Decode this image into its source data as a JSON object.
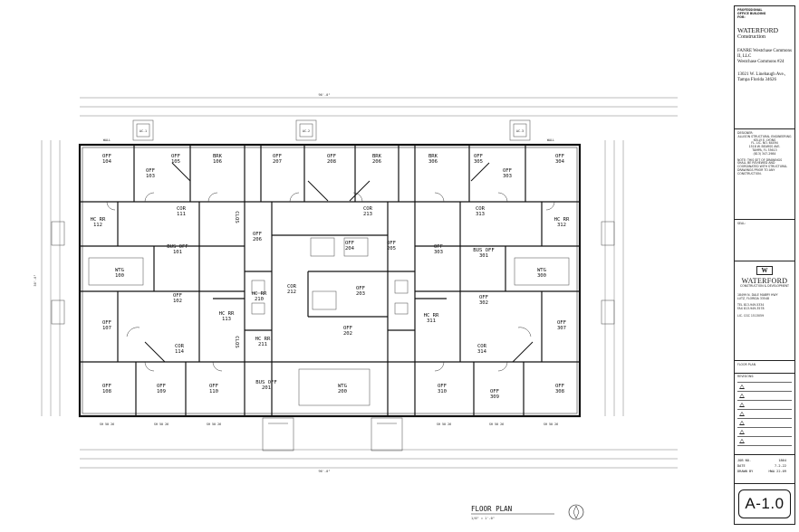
{
  "plan": {
    "title": "FLOOR PLAN",
    "scale": "1/8\" = 1'-0\"",
    "overall_dim": "96'-0\"",
    "side_dim": "50'-0\"",
    "rooms_upper": [
      {
        "label": "OFF",
        "num": "104"
      },
      {
        "label": "OFF",
        "num": "105"
      },
      {
        "label": "BRK",
        "num": "106"
      },
      {
        "label": "OFF",
        "num": "207"
      },
      {
        "label": "OFF",
        "num": "208"
      },
      {
        "label": "BRK",
        "num": "206"
      },
      {
        "label": "OFF",
        "num": "305"
      },
      {
        "label": "OFF",
        "num": "304"
      },
      {
        "label": "BRK",
        "num": "306"
      },
      {
        "label": "OFF",
        "num": "303"
      },
      {
        "label": "OFF",
        "num": "103"
      }
    ],
    "rooms_mid": [
      {
        "label": "HC RR",
        "num": "112"
      },
      {
        "label": "COR",
        "num": "111"
      },
      {
        "label": "CLOS",
        "num": ""
      },
      {
        "label": "BUS OFF",
        "num": "101"
      },
      {
        "label": "WTG",
        "num": "100"
      },
      {
        "label": "OFF",
        "num": "102"
      },
      {
        "label": "OFF",
        "num": "206"
      },
      {
        "label": "COR",
        "num": "213"
      },
      {
        "label": "OFF",
        "num": "205"
      },
      {
        "label": "OFF",
        "num": "204"
      },
      {
        "label": "HC RR",
        "num": "210"
      },
      {
        "label": "COR",
        "num": "212"
      },
      {
        "label": "OFF",
        "num": "203"
      },
      {
        "label": "HC RR",
        "num": "211"
      },
      {
        "label": "OFF",
        "num": "202"
      },
      {
        "label": "HC RR",
        "num": "312"
      },
      {
        "label": "COR",
        "num": "313"
      },
      {
        "label": "OFF",
        "num": "303"
      },
      {
        "label": "BUS OFF",
        "num": "301"
      },
      {
        "label": "WTG",
        "num": "300"
      },
      {
        "label": "OFF",
        "num": "302"
      },
      {
        "label": "HC RR",
        "num": "311"
      },
      {
        "label": "HC RR",
        "num": "113"
      }
    ],
    "rooms_lower": [
      {
        "label": "OFF",
        "num": "107"
      },
      {
        "label": "COR",
        "num": "114"
      },
      {
        "label": "OFF",
        "num": "108"
      },
      {
        "label": "OFF",
        "num": "109"
      },
      {
        "label": "OFF",
        "num": "110"
      },
      {
        "label": "BUS OFF",
        "num": "201"
      },
      {
        "label": "WTG",
        "num": "200"
      },
      {
        "label": "OFF",
        "num": "307"
      },
      {
        "label": "COR",
        "num": "314"
      },
      {
        "label": "OFF",
        "num": "310"
      },
      {
        "label": "OFF",
        "num": "309"
      },
      {
        "label": "OFF",
        "num": "308"
      },
      {
        "label": "CLOS",
        "num": ""
      }
    ],
    "ac_units": [
      "AC-1",
      "AC-2",
      "AC-3"
    ],
    "wall_tag": "WALL",
    "window_tag": "SH 50 26"
  },
  "titleblock": {
    "project_type": "PROFESSIONAL OFFICE BUILDING FOR:",
    "company": "WATERFORD",
    "company_sub": "Construction",
    "owner": "FANRE Westchase Commons II, LLC",
    "project_name": "Westchase Commons #24",
    "address": "13021 W. Linebaugh Ave., Tampa Florida 34626",
    "engineer_hdr": "DESIGNER:",
    "engineer_name": "ALLISON STRUCTURAL ENGINEERING",
    "engineer_person": "KELLY E. LYONS",
    "engineer_lines": [
      "FL. LIC. NO. 64494",
      "1518 W. BEARSS AVE.",
      "TAMPA, FL 33613",
      "(813) 347-2984"
    ],
    "notes": "NOTE: THIS SET OF DRAWINGS SHALL BE REVIEWED AND COORDINATED WITH STRUCTURAL DRAWINGS PRIOR TO ANY CONSTRUCTION.",
    "seal_label": "SEAL:",
    "logo_name": "WATERFORD",
    "logo_sub": "CONSTRUCTION & DEVELOPMENT",
    "logo_addr": [
      "18499 N. DALE MABRY HWY",
      "LUTZ, FLORIDA 33548"
    ],
    "logo_phone": [
      "TEL 813-949-5334",
      "FAX 813-949-3578"
    ],
    "logo_lic": "LIC. CGC 1513059",
    "sheet_name": "FLOOR PLAN",
    "revisions_hdr": "REVISIONS:",
    "revisions": [
      "",
      "",
      "",
      "",
      "",
      "",
      ""
    ],
    "job_no_label": "JOB NO.",
    "job_no": "1864",
    "date_label": "DATE",
    "date": "7-2-22",
    "drawn_label": "DRAWN BY",
    "drawn": "HWA 22-09",
    "sheet_number": "A-1.0"
  }
}
